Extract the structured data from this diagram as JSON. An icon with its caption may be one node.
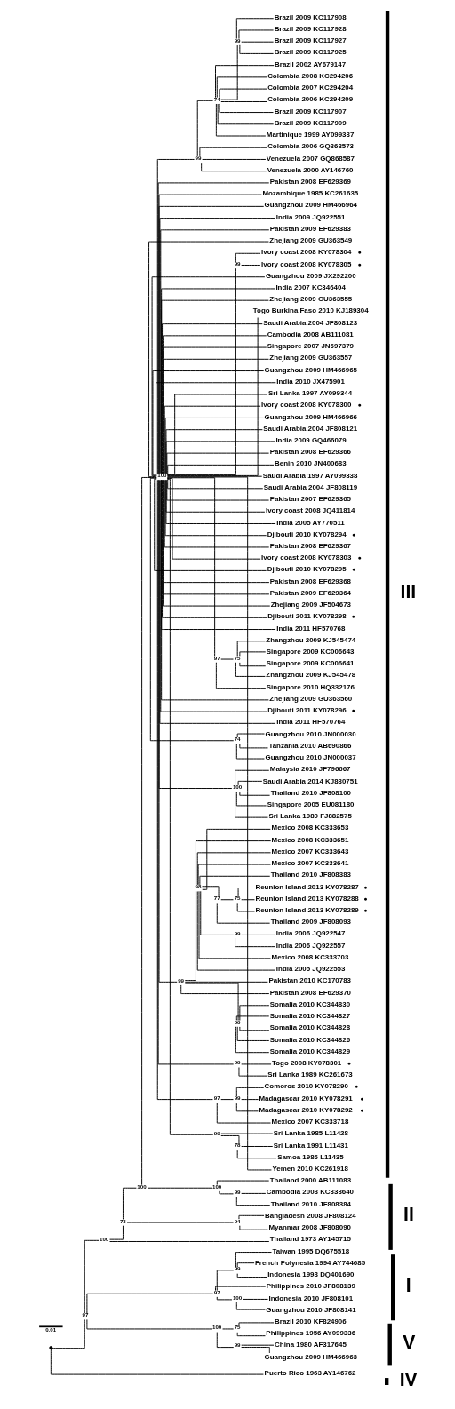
{
  "diagram": {
    "nodes": [
      {
        "text": [],
        "shape": "point"
      },
      {
        "text": [
          "97"
        ]
      },
      {
        "text": [
          "100"
        ]
      },
      {
        "text": [
          "73"
        ]
      },
      {
        "text": [
          "100"
        ]
      },
      {
        "text": [
          "100"
        ]
      },
      {
        "text": [
          "99"
        ]
      },
      {
        "text": [
          "74"
        ]
      },
      {
        "text": [
          "99"
        ]
      },
      {
        "text": [
          "Brazil 2009 KC117908"
        ]
      },
      {
        "text": [
          "Brazil 2009 KC117928"
        ]
      },
      {
        "text": [
          "Brazil 2009 KC117927"
        ]
      },
      {
        "text": [
          "Brazil 2009 KC117925"
        ]
      },
      {
        "text": [
          "Brazil 2002 AY679147"
        ]
      },
      {
        "text": [
          "Colombia 2008 KC294206"
        ]
      },
      {
        "text": [
          "Colombia 2007 KC294204"
        ]
      },
      {
        "text": [
          "Colombia 2006 KC294209"
        ]
      },
      {
        "text": [
          "Brazil 2009 KC117907"
        ]
      },
      {
        "text": [
          "Brazil 2009 KC117909"
        ]
      },
      {
        "text": [
          "Martinique 1999 AY099337"
        ]
      },
      {
        "text": [
          "Colombia 2006 GQ868573"
        ]
      },
      {
        "text": [
          "Venezuela 2007 GQ868587"
        ]
      },
      {
        "text": [
          "Venezuela 2000 AY146760"
        ]
      },
      {
        "text": [
          "Pakistan 2008 EF629369"
        ]
      },
      {
        "text": [
          "Mozambique 1985 KC261635"
        ]
      },
      {
        "text": [
          "Guangzhou 2009 HM466964"
        ]
      },
      {
        "text": [
          "India 2009 JQ922551"
        ]
      },
      {
        "text": [
          "Pakistan 2009 EF629383"
        ]
      },
      {
        "text": [
          "Zhejiang 2009 GU363549"
        ]
      },
      {
        "text": [
          "99"
        ]
      },
      {
        "text": [
          "Ivory coast 2008 KY078304"
        ],
        "beside": [
          "●"
        ]
      },
      {
        "text": [
          "Ivory coast 2008 KY078305"
        ],
        "beside": [
          "●"
        ]
      },
      {
        "text": [
          "Guangzhou 2009 JX292200"
        ]
      },
      {
        "text": [
          "India 2007 KC346404"
        ]
      },
      {
        "text": [
          "Zhejiang 2009 GU363555"
        ]
      },
      {
        "text": [
          "Togo Burkina Faso 2010 KJ189304"
        ]
      },
      {
        "text": [
          "Saudi Arabia 2004 JF808123"
        ]
      },
      {
        "text": [
          "Cambodia 2008 AB111081"
        ]
      },
      {
        "text": [
          "Singapore 2007 JN697379"
        ]
      },
      {
        "text": [
          "Zhejiang 2009 GU363557"
        ]
      },
      {
        "text": [
          "Guangzhou 2009 HM466965"
        ]
      },
      {
        "text": [
          "India 2010 JX475901"
        ]
      },
      {
        "text": [
          "Sri Lanka 1997 AY099344"
        ]
      },
      {
        "text": [
          "Ivory coast 2008 KY078300"
        ],
        "beside": [
          "●"
        ]
      },
      {
        "text": [
          "Guangzhou 2009 HM466966"
        ]
      },
      {
        "text": [
          "Saudi Arabia 2004 JF808121"
        ]
      },
      {
        "text": [
          "India 2009 GQ466079"
        ]
      },
      {
        "text": [
          "Pakistan 2008 EF629366"
        ]
      },
      {
        "text": [
          "Benin 2010 JN400683"
        ]
      },
      {
        "text": [
          "Saudi Arabia 1997 AY099338"
        ]
      },
      {
        "text": [
          "Saudi Arabia 2004 JF808119"
        ]
      },
      {
        "text": [
          "Pakistan 2007 EF629365"
        ]
      },
      {
        "text": [
          "Ivory coast 2008 JQ411814"
        ]
      },
      {
        "text": [
          "India 2005 AY770511"
        ]
      },
      {
        "text": [
          "Djibouti 2010 KY078294"
        ],
        "beside": [
          "●"
        ]
      },
      {
        "text": [
          "Pakistan 2008 EF629367"
        ]
      },
      {
        "text": [
          "Ivory coast 2008 KY078303"
        ],
        "beside": [
          "●"
        ]
      },
      {
        "text": [
          "Djibouti 2010 KY078295"
        ],
        "beside": [
          "●"
        ]
      },
      {
        "text": [
          "Pakistan 2008 EF629368"
        ]
      },
      {
        "text": [
          "Pakistan 2009 EF629364"
        ]
      },
      {
        "text": [
          "Zhejiang 2009 JF504673"
        ]
      },
      {
        "text": [
          "Djibouti 2011 KY078298"
        ],
        "beside": [
          "●"
        ]
      },
      {
        "text": [
          "India 2011 HF570768"
        ]
      },
      {
        "text": [
          "97"
        ]
      },
      {
        "text": [
          "75"
        ]
      },
      {
        "text": [
          "Zhangzhou 2009 KJ545474"
        ]
      },
      {
        "text": [
          "Singapore 2009 KC006643"
        ]
      },
      {
        "text": [
          "Singapore 2009 KC006641"
        ]
      },
      {
        "text": [
          "Zhangzhou 2009 KJ545478"
        ]
      },
      {
        "text": [
          "Singapore 2010 HQ332176"
        ]
      },
      {
        "text": [
          "Zhejiang 2009 GU363560"
        ]
      },
      {
        "text": [
          "Djibouti 2011 KY078296"
        ],
        "beside": [
          "●"
        ]
      },
      {
        "text": [
          "India 2011 HF570764"
        ]
      },
      {
        "text": [
          "74"
        ]
      },
      {
        "text": [
          "Guangzhou 2010 JN000030"
        ]
      },
      {
        "text": [
          "Tanzania 2010 AB690866"
        ]
      },
      {
        "text": [
          "Guangzhou 2010 JN000037"
        ]
      },
      {
        "text": [
          "100"
        ]
      },
      {
        "text": [
          "Malaysia 2010 JF796667"
        ]
      },
      {
        "text": [
          "Saudi Arabia 2014 KJ830751"
        ]
      },
      {
        "text": [
          "Thailand 2010 JF808100"
        ]
      },
      {
        "text": [
          "Singapore 2005 EU081180"
        ]
      },
      {
        "text": [
          "Sri Lanka 1989 FJ882575"
        ]
      },
      {
        "text": [
          "99"
        ]
      },
      {
        "text": [
          "98"
        ]
      },
      {
        "text": [
          "Mexico 2008 KC333653"
        ]
      },
      {
        "text": [
          "Mexico 2008 KC333651"
        ]
      },
      {
        "text": [
          "Mexico 2007 KC333643"
        ]
      },
      {
        "text": [
          "Mexico 2007 KC333641"
        ]
      },
      {
        "text": [
          "Thailand 2010 JF808383"
        ]
      },
      {
        "text": [
          "77"
        ]
      },
      {
        "text": [
          "75"
        ]
      },
      {
        "text": [
          "Reunion Island 2013 KY078287"
        ],
        "beside": [
          "●"
        ]
      },
      {
        "text": [
          "Reunion Island 2013 KY078288"
        ],
        "beside": [
          "●"
        ]
      },
      {
        "text": [
          "Reunion Island 2013 KY078289"
        ],
        "beside": [
          "●"
        ]
      },
      {
        "text": [
          "Thailand 2009 JF808093"
        ]
      },
      {
        "text": [
          "99"
        ]
      },
      {
        "text": [
          "India 2006 JQ922547"
        ]
      },
      {
        "text": [
          "India 2006 JQ922557"
        ]
      },
      {
        "text": [
          "Mexico 2008 KC333703"
        ]
      },
      {
        "text": [
          "India 2005 JQ922553"
        ]
      },
      {
        "text": [
          "Pakistan 2010 KC170783"
        ]
      },
      {
        "text": [
          "Pakistan 2008 EF629370"
        ]
      },
      {
        "text": [
          "99"
        ]
      },
      {
        "text": [
          "Somalia 2010 KC344830"
        ]
      },
      {
        "text": [
          "Somalia 2010 KC344827"
        ]
      },
      {
        "text": [
          "Somalia 2010 KC344828"
        ]
      },
      {
        "text": [
          "Somalia 2010 KC344826"
        ]
      },
      {
        "text": [
          "Somalia 2010 KC344829"
        ]
      },
      {
        "text": [
          "99"
        ]
      },
      {
        "text": [
          "Togo 2008 KY078301"
        ],
        "beside": [
          "●"
        ]
      },
      {
        "text": [
          "Sri Lanka 1989 KC261673"
        ]
      },
      {
        "text": [
          "97"
        ]
      },
      {
        "text": [
          "99"
        ]
      },
      {
        "text": [
          "Comoros 2010 KY078290"
        ],
        "beside": [
          "●"
        ]
      },
      {
        "text": [
          "Madagascar 2010 KY078291"
        ],
        "beside": [
          "●"
        ]
      },
      {
        "text": [
          "Madagascar 2010 KY078292"
        ],
        "beside": [
          "●"
        ]
      },
      {
        "text": [
          "Mexico 2007 KC333718"
        ]
      },
      {
        "text": [
          "99"
        ]
      },
      {
        "text": [
          "Sri Lanka 1985 L11428"
        ]
      },
      {
        "text": [
          "78"
        ]
      },
      {
        "text": [
          "Sri Lanka 1991 L11431"
        ]
      },
      {
        "text": [
          "Samoa 1986 L11435"
        ]
      },
      {
        "text": [
          "Yemen 2010 KC261918"
        ]
      },
      {
        "text": [
          "100"
        ]
      },
      {
        "text": [
          "Thailand 2000 AB111083"
        ]
      },
      {
        "text": [
          "99"
        ]
      },
      {
        "text": [
          "Cambodia 2008 KC333640"
        ]
      },
      {
        "text": [
          "Thailand 2010 JF808384"
        ]
      },
      {
        "text": [
          "94"
        ]
      },
      {
        "text": [
          "Bangladesh 2008 JF808124"
        ]
      },
      {
        "text": [
          "Myanmar 2008 JF808090"
        ]
      },
      {
        "text": [
          "Thailand 1973 AY145715"
        ]
      },
      {
        "text": [
          "97"
        ]
      },
      {
        "text": [
          "99"
        ]
      },
      {
        "text": [
          "Taiwan 1995 DQ675518"
        ]
      },
      {
        "text": [
          "French Polynesia 1994 AY744685"
        ]
      },
      {
        "text": [
          "Indonesia 1998 DQ401690"
        ]
      },
      {
        "text": [
          "Philippines 2010 JF808139"
        ]
      },
      {
        "text": [
          "100"
        ]
      },
      {
        "text": [
          "Indonesia 2010 JF808101"
        ]
      },
      {
        "text": [
          "Guangzhou 2010 JF808141"
        ]
      },
      {
        "text": [
          "100"
        ]
      },
      {
        "text": [
          "75"
        ]
      },
      {
        "text": [
          "Brazil 2010 KF824906"
        ]
      },
      {
        "text": [
          "Philippines 1956 AY099336"
        ]
      },
      {
        "text": [
          "99"
        ]
      },
      {
        "text": [
          "China 1980 AF317645"
        ]
      },
      {
        "text": [
          "Guangzhou 2009 HM466963"
        ]
      },
      {
        "text": [
          "Puerto Rico 1963 AY146762"
        ]
      }
    ],
    "edges": [
      {
        "from": 0,
        "to": 1,
        "arrow": "none"
      },
      {
        "from": 1,
        "to": 2,
        "arrow": "none"
      },
      {
        "from": 2,
        "to": 3,
        "arrow": "none"
      },
      {
        "from": 3,
        "to": 4,
        "arrow": "none"
      },
      {
        "from": 4,
        "to": 5,
        "arrow": "none"
      },
      {
        "from": 5,
        "to": 6,
        "arrow": "none"
      },
      {
        "from": 6,
        "to": 7,
        "arrow": "none"
      },
      {
        "from": 7,
        "to": 8,
        "arrow": "none"
      },
      {
        "from": 8,
        "to": 9,
        "arrow": "none"
      },
      {
        "from": 8,
        "to": 10,
        "arrow": "none"
      },
      {
        "from": 8,
        "to": 11,
        "arrow": "none"
      },
      {
        "from": 8,
        "to": 12,
        "arrow": "none"
      },
      {
        "from": 7,
        "to": 13,
        "arrow": "none"
      },
      {
        "from": 7,
        "to": 14,
        "arrow": "none"
      },
      {
        "from": 7,
        "to": 15,
        "arrow": "none"
      },
      {
        "from": 7,
        "to": 16,
        "arrow": "none"
      },
      {
        "from": 7,
        "to": 17,
        "arrow": "none"
      },
      {
        "from": 7,
        "to": 18,
        "arrow": "none"
      },
      {
        "from": 7,
        "to": 19,
        "arrow": "none"
      },
      {
        "from": 6,
        "to": 20,
        "arrow": "none"
      },
      {
        "from": 6,
        "to": 21,
        "arrow": "none"
      },
      {
        "from": 6,
        "to": 22,
        "arrow": "none"
      },
      {
        "from": 5,
        "to": 23,
        "arrow": "none"
      },
      {
        "from": 5,
        "to": 24,
        "arrow": "none"
      },
      {
        "from": 5,
        "to": 25,
        "arrow": "none"
      },
      {
        "from": 5,
        "to": 26,
        "arrow": "none"
      },
      {
        "from": 5,
        "to": 27,
        "arrow": "none"
      },
      {
        "from": 5,
        "to": 28,
        "arrow": "none"
      },
      {
        "from": 5,
        "to": 29,
        "arrow": "none"
      },
      {
        "from": 29,
        "to": 30,
        "arrow": "none"
      },
      {
        "from": 29,
        "to": 31,
        "arrow": "none"
      },
      {
        "from": 5,
        "to": 32,
        "arrow": "none"
      },
      {
        "from": 5,
        "to": 33,
        "arrow": "none"
      },
      {
        "from": 5,
        "to": 34,
        "arrow": "none"
      },
      {
        "from": 5,
        "to": 35,
        "arrow": "none"
      },
      {
        "from": 5,
        "to": 36,
        "arrow": "none"
      },
      {
        "from": 5,
        "to": 37,
        "arrow": "none"
      },
      {
        "from": 5,
        "to": 38,
        "arrow": "none"
      },
      {
        "from": 5,
        "to": 39,
        "arrow": "none"
      },
      {
        "from": 5,
        "to": 40,
        "arrow": "none"
      },
      {
        "from": 5,
        "to": 41,
        "arrow": "none"
      },
      {
        "from": 5,
        "to": 42,
        "arrow": "none"
      },
      {
        "from": 5,
        "to": 43,
        "arrow": "none"
      },
      {
        "from": 5,
        "to": 44,
        "arrow": "none"
      },
      {
        "from": 5,
        "to": 45,
        "arrow": "none"
      },
      {
        "from": 5,
        "to": 46,
        "arrow": "none"
      },
      {
        "from": 5,
        "to": 47,
        "arrow": "none"
      },
      {
        "from": 5,
        "to": 48,
        "arrow": "none"
      },
      {
        "from": 5,
        "to": 49,
        "arrow": "none"
      },
      {
        "from": 5,
        "to": 50,
        "arrow": "none"
      },
      {
        "from": 5,
        "to": 51,
        "arrow": "none"
      },
      {
        "from": 5,
        "to": 52,
        "arrow": "none"
      },
      {
        "from": 5,
        "to": 53,
        "arrow": "none"
      },
      {
        "from": 5,
        "to": 54,
        "arrow": "none"
      },
      {
        "from": 5,
        "to": 55,
        "arrow": "none"
      },
      {
        "from": 5,
        "to": 56,
        "arrow": "none"
      },
      {
        "from": 5,
        "to": 57,
        "arrow": "none"
      },
      {
        "from": 5,
        "to": 58,
        "arrow": "none"
      },
      {
        "from": 5,
        "to": 59,
        "arrow": "none"
      },
      {
        "from": 5,
        "to": 60,
        "arrow": "none"
      },
      {
        "from": 5,
        "to": 61,
        "arrow": "none"
      },
      {
        "from": 5,
        "to": 62,
        "arrow": "none"
      },
      {
        "from": 5,
        "to": 63,
        "arrow": "none"
      },
      {
        "from": 63,
        "to": 64,
        "arrow": "none"
      },
      {
        "from": 64,
        "to": 65,
        "arrow": "none"
      },
      {
        "from": 64,
        "to": 66,
        "arrow": "none"
      },
      {
        "from": 64,
        "to": 67,
        "arrow": "none"
      },
      {
        "from": 64,
        "to": 68,
        "arrow": "none"
      },
      {
        "from": 63,
        "to": 69,
        "arrow": "none"
      },
      {
        "from": 5,
        "to": 70,
        "arrow": "none"
      },
      {
        "from": 5,
        "to": 71,
        "arrow": "none"
      },
      {
        "from": 5,
        "to": 72,
        "arrow": "none"
      },
      {
        "from": 5,
        "to": 73,
        "arrow": "none"
      },
      {
        "from": 73,
        "to": 74,
        "arrow": "none"
      },
      {
        "from": 73,
        "to": 75,
        "arrow": "none"
      },
      {
        "from": 73,
        "to": 76,
        "arrow": "none"
      },
      {
        "from": 5,
        "to": 77,
        "arrow": "none"
      },
      {
        "from": 77,
        "to": 78,
        "arrow": "none"
      },
      {
        "from": 77,
        "to": 79,
        "arrow": "none"
      },
      {
        "from": 77,
        "to": 80,
        "arrow": "none"
      },
      {
        "from": 77,
        "to": 81,
        "arrow": "none"
      },
      {
        "from": 77,
        "to": 82,
        "arrow": "none"
      },
      {
        "from": 5,
        "to": 83,
        "arrow": "none"
      },
      {
        "from": 83,
        "to": 84,
        "arrow": "none"
      },
      {
        "from": 84,
        "to": 85,
        "arrow": "none"
      },
      {
        "from": 84,
        "to": 86,
        "arrow": "none"
      },
      {
        "from": 84,
        "to": 87,
        "arrow": "none"
      },
      {
        "from": 84,
        "to": 88,
        "arrow": "none"
      },
      {
        "from": 84,
        "to": 89,
        "arrow": "none"
      },
      {
        "from": 84,
        "to": 90,
        "arrow": "none"
      },
      {
        "from": 90,
        "to": 91,
        "arrow": "none"
      },
      {
        "from": 91,
        "to": 92,
        "arrow": "none"
      },
      {
        "from": 91,
        "to": 93,
        "arrow": "none"
      },
      {
        "from": 91,
        "to": 94,
        "arrow": "none"
      },
      {
        "from": 90,
        "to": 95,
        "arrow": "none"
      },
      {
        "from": 84,
        "to": 96,
        "arrow": "none"
      },
      {
        "from": 96,
        "to": 97,
        "arrow": "none"
      },
      {
        "from": 96,
        "to": 98,
        "arrow": "none"
      },
      {
        "from": 84,
        "to": 99,
        "arrow": "none"
      },
      {
        "from": 84,
        "to": 100,
        "arrow": "none"
      },
      {
        "from": 83,
        "to": 101,
        "arrow": "none"
      },
      {
        "from": 83,
        "to": 102,
        "arrow": "none"
      },
      {
        "from": 83,
        "to": 103,
        "arrow": "none"
      },
      {
        "from": 103,
        "to": 104,
        "arrow": "none"
      },
      {
        "from": 103,
        "to": 105,
        "arrow": "none"
      },
      {
        "from": 103,
        "to": 106,
        "arrow": "none"
      },
      {
        "from": 103,
        "to": 107,
        "arrow": "none"
      },
      {
        "from": 103,
        "to": 108,
        "arrow": "none"
      },
      {
        "from": 5,
        "to": 109,
        "arrow": "none"
      },
      {
        "from": 109,
        "to": 110,
        "arrow": "none"
      },
      {
        "from": 109,
        "to": 111,
        "arrow": "none"
      },
      {
        "from": 5,
        "to": 112,
        "arrow": "none"
      },
      {
        "from": 112,
        "to": 113,
        "arrow": "none"
      },
      {
        "from": 113,
        "to": 114,
        "arrow": "none"
      },
      {
        "from": 113,
        "to": 115,
        "arrow": "none"
      },
      {
        "from": 113,
        "to": 116,
        "arrow": "none"
      },
      {
        "from": 112,
        "to": 117,
        "arrow": "none"
      },
      {
        "from": 5,
        "to": 118,
        "arrow": "none"
      },
      {
        "from": 118,
        "to": 119,
        "arrow": "none"
      },
      {
        "from": 118,
        "to": 120,
        "arrow": "none"
      },
      {
        "from": 120,
        "to": 121,
        "arrow": "none"
      },
      {
        "from": 120,
        "to": 122,
        "arrow": "none"
      },
      {
        "from": 5,
        "to": 123,
        "arrow": "none"
      },
      {
        "from": 4,
        "to": 124,
        "arrow": "none"
      },
      {
        "from": 124,
        "to": 125,
        "arrow": "none"
      },
      {
        "from": 124,
        "to": 126,
        "arrow": "none"
      },
      {
        "from": 126,
        "to": 127,
        "arrow": "none"
      },
      {
        "from": 126,
        "to": 128,
        "arrow": "none"
      },
      {
        "from": 3,
        "to": 129,
        "arrow": "none"
      },
      {
        "from": 129,
        "to": 130,
        "arrow": "none"
      },
      {
        "from": 129,
        "to": 131,
        "arrow": "none"
      },
      {
        "from": 2,
        "to": 132,
        "arrow": "none"
      },
      {
        "from": 1,
        "to": 133,
        "arrow": "none"
      },
      {
        "from": 133,
        "to": 134,
        "arrow": "none"
      },
      {
        "from": 134,
        "to": 135,
        "arrow": "none"
      },
      {
        "from": 134,
        "to": 136,
        "arrow": "none"
      },
      {
        "from": 134,
        "to": 137,
        "arrow": "none"
      },
      {
        "from": 133,
        "to": 138,
        "arrow": "none"
      },
      {
        "from": 133,
        "to": 139,
        "arrow": "none"
      },
      {
        "from": 139,
        "to": 140,
        "arrow": "none"
      },
      {
        "from": 139,
        "to": 141,
        "arrow": "none"
      },
      {
        "from": 1,
        "to": 142,
        "arrow": "none"
      },
      {
        "from": 142,
        "to": 143,
        "arrow": "none"
      },
      {
        "from": 143,
        "to": 144,
        "arrow": "none"
      },
      {
        "from": 143,
        "to": 145,
        "arrow": "none"
      },
      {
        "from": 142,
        "to": 146,
        "arrow": "none"
      },
      {
        "from": 146,
        "to": 147,
        "arrow": "none"
      },
      {
        "from": 146,
        "to": 148,
        "arrow": "none"
      },
      {
        "from": 0,
        "to": 149,
        "arrow": "none"
      }
    ],
    "labels": [
      "III",
      "II",
      "I",
      "V",
      "IV",
      "0.01"
    ]
  }
}
